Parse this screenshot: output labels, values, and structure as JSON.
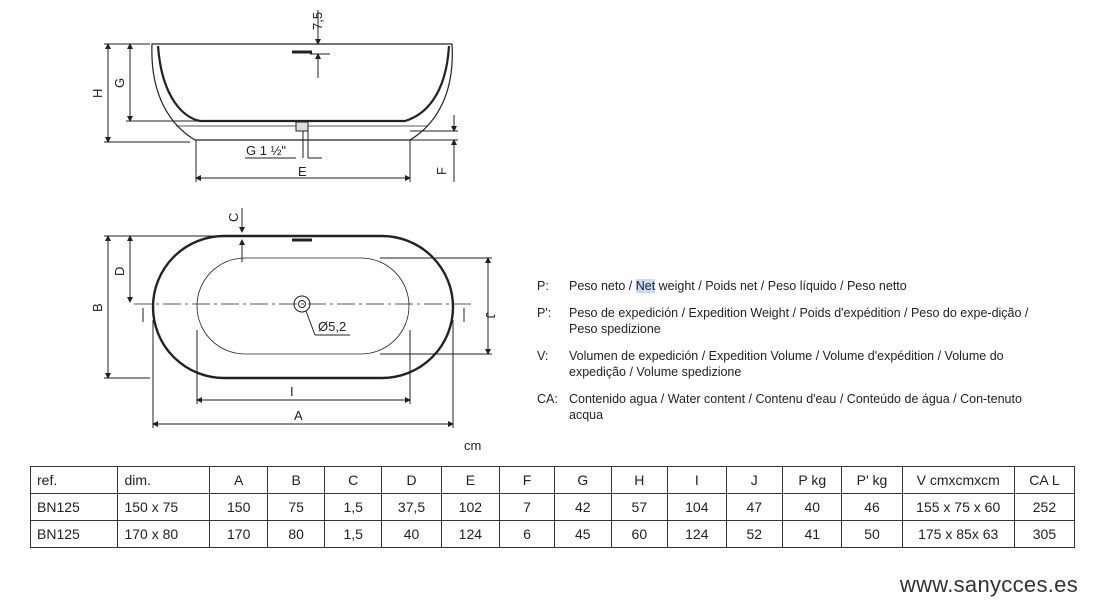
{
  "drawing": {
    "side_labels": {
      "dim_75": "7,5",
      "H": "H",
      "G": "G",
      "drain": "G 1 ½\"",
      "E": "E",
      "F": "F"
    },
    "top_labels": {
      "C": "C",
      "D": "D",
      "B": "B",
      "J": "J",
      "I": "I",
      "A": "A",
      "diameter": "Ø5,2"
    }
  },
  "legend": [
    {
      "key": "P:",
      "pre": "Peso neto / ",
      "hl": "Net",
      "post": " weight / Poids net / Peso líquido / Peso netto"
    },
    {
      "key": "P':",
      "pre": "Peso de expedición / Expedition Weight / Poids d'expédition / Peso do expe-dição / Peso spedizione",
      "hl": "",
      "post": ""
    },
    {
      "key": "V:",
      "pre": "Volumen de expedición / Expedition Volume / Volume d'expédition / Volume do expedição / Volume spedizione",
      "hl": "",
      "post": ""
    },
    {
      "key": "CA:",
      "pre": "Contenido agua / Water content / Contenu d'eau / Conteúdo de água / Con-tenuto acqua",
      "hl": "",
      "post": ""
    }
  ],
  "unit": "cm",
  "table": {
    "headers": [
      "ref.",
      "dim.",
      "A",
      "B",
      "C",
      "D",
      "E",
      "F",
      "G",
      "H",
      "I",
      "J",
      "P kg",
      "P' kg",
      "V cmxcmxcm",
      "CA L"
    ],
    "rows": [
      [
        "BN125",
        "150 x 75",
        "150",
        "75",
        "1,5",
        "37,5",
        "102",
        "7",
        "42",
        "57",
        "104",
        "47",
        "40",
        "46",
        "155 x 75 x 60",
        "252"
      ],
      [
        "BN125",
        "170 x 80",
        "170",
        "80",
        "1,5",
        "40",
        "124",
        "6",
        "45",
        "60",
        "124",
        "52",
        "41",
        "50",
        "175 x 85x 63",
        "305"
      ]
    ]
  },
  "website": "www.sanycces.es"
}
